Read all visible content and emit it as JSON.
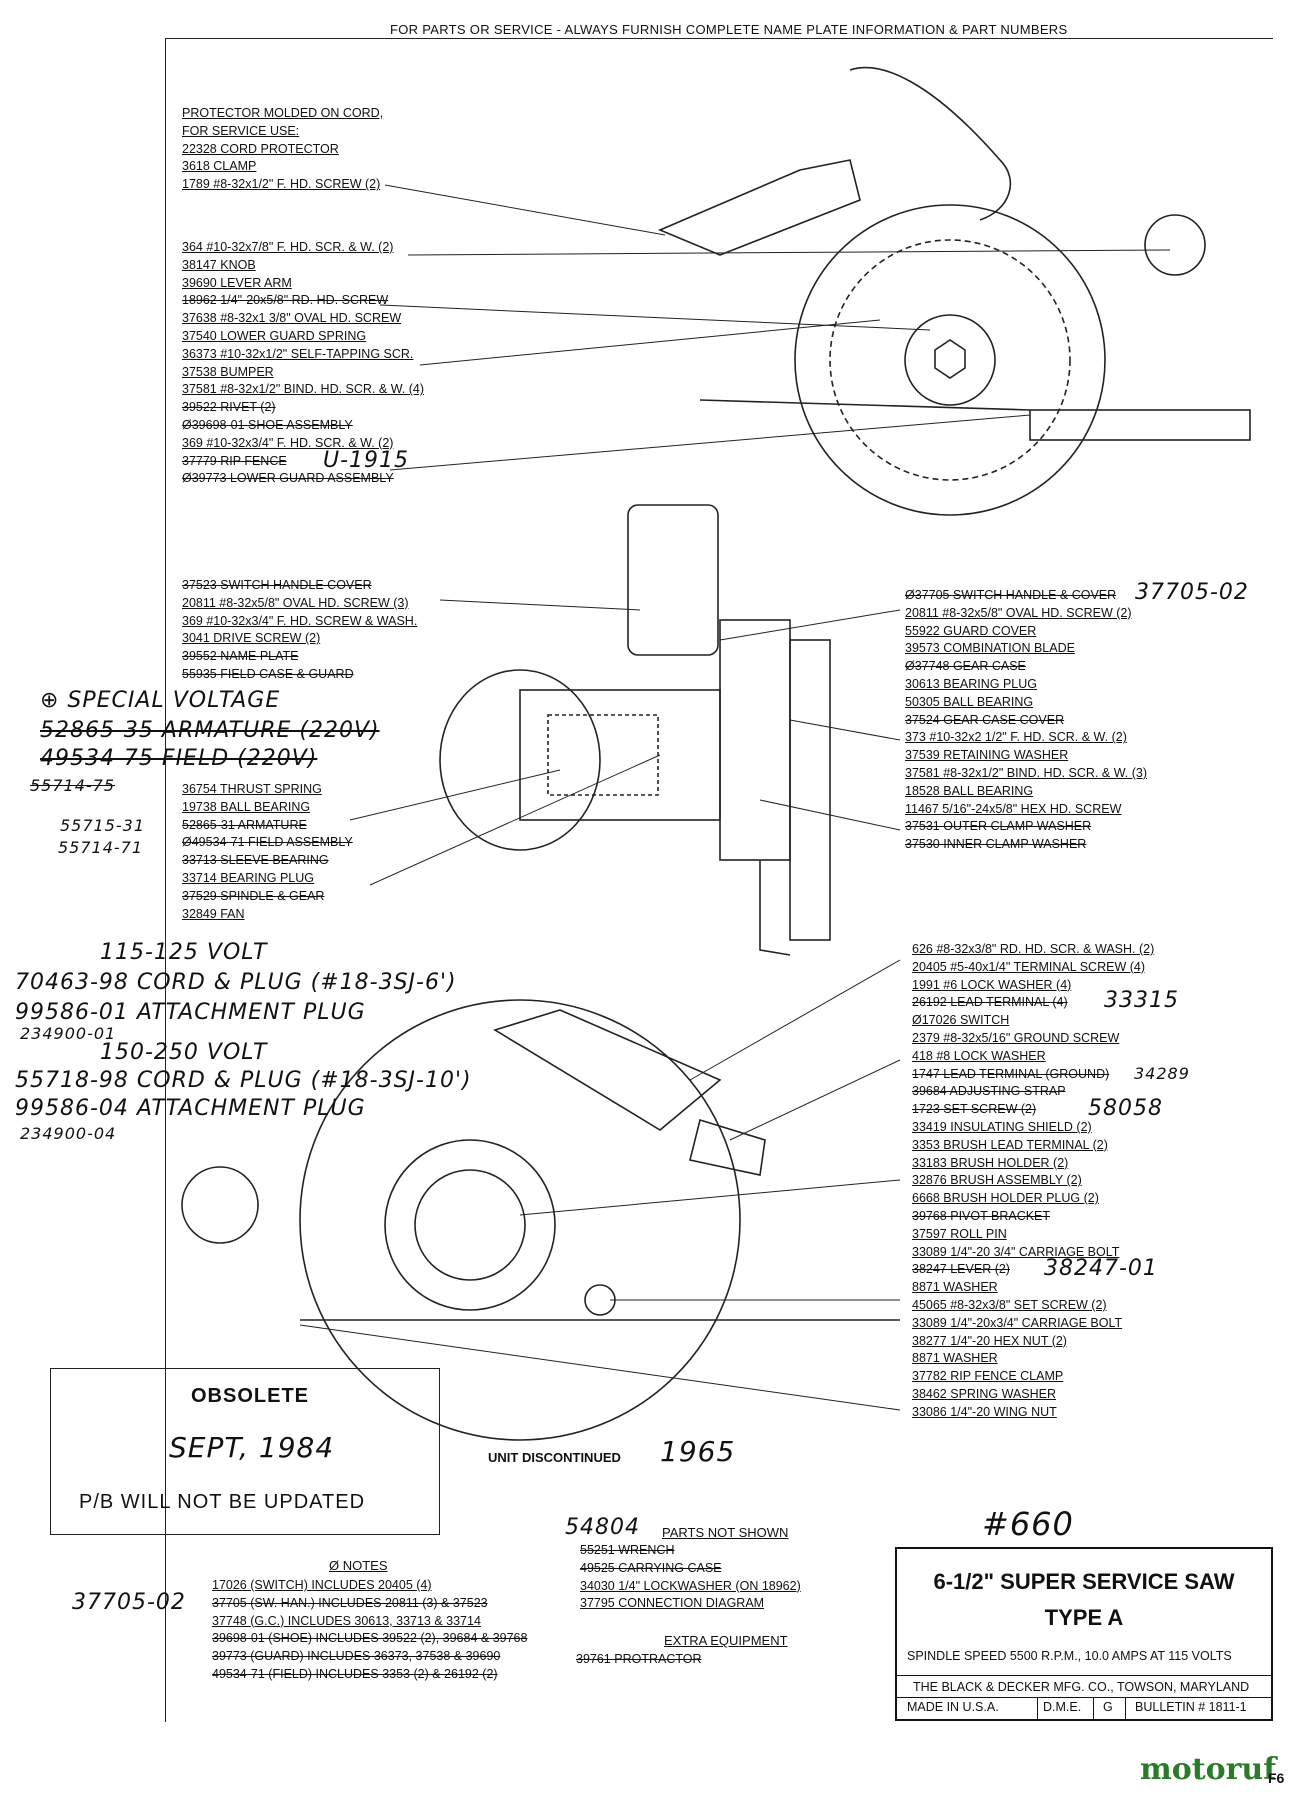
{
  "header": "FOR PARTS OR SERVICE - ALWAYS FURNISH COMPLETE NAME PLATE INFORMATION & PART NUMBERS",
  "group_top": [
    {
      "text": "PROTECTOR MOLDED ON CORD,",
      "strike": false
    },
    {
      "text": "FOR SERVICE USE:",
      "strike": false
    },
    {
      "text": "22328  CORD PROTECTOR",
      "strike": false
    },
    {
      "text": "3618   CLAMP",
      "strike": false
    },
    {
      "text": "1789   #8-32x1/2\" F. HD. SCREW (2)",
      "strike": false
    }
  ],
  "group_guard": [
    {
      "text": "364    #10-32x7/8\" F. HD. SCR. & W. (2)",
      "strike": false
    },
    {
      "text": "38147  KNOB",
      "strike": false
    },
    {
      "text": "39690  LEVER ARM",
      "strike": false
    },
    {
      "text": "18962  1/4\"-20x5/8\" RD. HD. SCREW",
      "strike": true
    },
    {
      "text": "37638  #8-32x1 3/8\" OVAL HD. SCREW",
      "strike": false
    },
    {
      "text": "37540  LOWER GUARD SPRING",
      "strike": false
    },
    {
      "text": "36373  #10-32x1/2\" SELF-TAPPING SCR.",
      "strike": false
    },
    {
      "text": "37538  BUMPER",
      "strike": false
    },
    {
      "text": "37581  #8-32x1/2\" BIND. HD. SCR. & W. (4)",
      "strike": false
    },
    {
      "text": "39522  RIVET (2)",
      "strike": true
    },
    {
      "text": "Ø39698-01  SHOE ASSEMBLY",
      "strike": true
    },
    {
      "text": "369    #10-32x3/4\" F. HD. SCR. & W. (2)",
      "strike": false
    },
    {
      "text": "37779  RIP FENCE",
      "strike": true
    },
    {
      "text": "Ø39773  LOWER GUARD ASSEMBLY",
      "strike": true
    }
  ],
  "rip_fence_hand": "U-1915",
  "group_left_mid": [
    {
      "text": "37523  SWITCH HANDLE COVER",
      "strike": true
    },
    {
      "text": "20811  #8-32x5/8\" OVAL HD. SCREW (3)",
      "strike": false
    },
    {
      "text": "369    #10-32x3/4\" F. HD. SCREW & WASH.",
      "strike": false
    },
    {
      "text": "3041   DRIVE SCREW (2)",
      "strike": false
    },
    {
      "text": "39552  NAME PLATE",
      "strike": true
    },
    {
      "text": "55935  FIELD CASE & GUARD",
      "strike": true
    }
  ],
  "special_voltage": {
    "title": "⊕ SPECIAL VOLTAGE",
    "lines": [
      "52865-35  ARMATURE (220V)",
      "49534-75  FIELD (220V)",
      "55714-75"
    ]
  },
  "group_left_motor": [
    {
      "text": "36754  THRUST SPRING",
      "strike": false
    },
    {
      "text": "19738  BALL BEARING",
      "strike": false
    },
    {
      "text": "52865-31  ARMATURE",
      "strike": true
    },
    {
      "text": "Ø49534-71  FIELD ASSEMBLY",
      "strike": true
    },
    {
      "text": "33713  SLEEVE BEARING",
      "strike": true
    },
    {
      "text": "33714  BEARING PLUG",
      "strike": false
    },
    {
      "text": "37529  SPINDLE & GEAR",
      "strike": true
    },
    {
      "text": "32849  FAN",
      "strike": false
    }
  ],
  "hand_arm": [
    "55715-31",
    "55714-71"
  ],
  "group_right_mid": [
    {
      "text": "Ø37705  SWITCH HANDLE & COVER",
      "strike": true
    },
    {
      "text": "20811  #8-32x5/8\" OVAL HD. SCREW (2)",
      "strike": false
    },
    {
      "text": "55922  GUARD COVER",
      "strike": false
    },
    {
      "text": "39573  COMBINATION BLADE",
      "strike": false
    },
    {
      "text": "Ø37748  GEAR CASE",
      "strike": true
    },
    {
      "text": "30613  BEARING PLUG",
      "strike": false
    },
    {
      "text": "50305  BALL BEARING",
      "strike": false
    },
    {
      "text": "37524  GEAR CASE COVER",
      "strike": true
    },
    {
      "text": "373    #10-32x2 1/2\" F. HD. SCR. & W. (2)",
      "strike": false
    },
    {
      "text": "37539  RETAINING WASHER",
      "strike": false
    },
    {
      "text": "37581  #8-32x1/2\" BIND. HD. SCR. & W. (3)",
      "strike": false
    },
    {
      "text": "18528  BALL BEARING",
      "strike": false
    },
    {
      "text": "11467  5/16\"-24x5/8\" HEX HD. SCREW",
      "strike": false
    },
    {
      "text": "37531  OUTER CLAMP WASHER",
      "strike": true
    },
    {
      "text": "37530  INNER CLAMP WASHER",
      "strike": true
    }
  ],
  "switch_handle_hand": "37705-02",
  "group_right_low": [
    {
      "text": "626    #8-32x3/8\" RD. HD. SCR. & WASH. (2)",
      "strike": false
    },
    {
      "text": "20405  #5-40x1/4\" TERMINAL SCREW (4)",
      "strike": false
    },
    {
      "text": "1991   #6 LOCK WASHER (4)",
      "strike": false
    },
    {
      "text": "26192  LEAD TERMINAL (4)",
      "strike": true
    },
    {
      "text": "Ø17026  SWITCH",
      "strike": false
    },
    {
      "text": "2379   #8-32x5/16\" GROUND SCREW",
      "strike": false
    },
    {
      "text": "418    #8 LOCK WASHER",
      "strike": false
    },
    {
      "text": "1747   LEAD TERMINAL (GROUND)",
      "strike": true
    },
    {
      "text": "39684  ADJUSTING STRAP",
      "strike": true
    },
    {
      "text": "1723   SET SCREW (2)",
      "strike": true
    },
    {
      "text": "33419  INSULATING SHIELD (2)",
      "strike": false
    },
    {
      "text": "3353   BRUSH LEAD TERMINAL (2)",
      "strike": false
    },
    {
      "text": "33183  BRUSH HOLDER (2)",
      "strike": false
    },
    {
      "text": "32876  BRUSH ASSEMBLY (2)",
      "strike": false
    },
    {
      "text": "6668   BRUSH HOLDER PLUG (2)",
      "strike": false
    },
    {
      "text": "39768  PIVOT BRACKET",
      "strike": true
    },
    {
      "text": "37597  ROLL PIN",
      "strike": false
    },
    {
      "text": "33089  1/4\"-20 3/4\" CARRIAGE BOLT",
      "strike": false
    },
    {
      "text": "38247  LEVER (2)",
      "strike": true
    },
    {
      "text": "8871   WASHER",
      "strike": false
    },
    {
      "text": "45065  #8-32x3/8\" SET SCREW (2)",
      "strike": false
    },
    {
      "text": "33089  1/4\"-20x3/4\" CARRIAGE BOLT",
      "strike": false
    },
    {
      "text": "38277  1/4\"-20 HEX NUT (2)",
      "strike": false
    },
    {
      "text": "8871   WASHER",
      "strike": false
    },
    {
      "text": "37782  RIP FENCE CLAMP",
      "strike": false
    },
    {
      "text": "38462  SPRING WASHER",
      "strike": false
    },
    {
      "text": "33086  1/4\"-20 WING NUT",
      "strike": false
    }
  ],
  "hand_right_low": {
    "lead_terminal": "33315",
    "lead_ground": "34289",
    "set_screw": "58058",
    "lever": "38247-01"
  },
  "cord_notes": {
    "v1": "115-125 VOLT",
    "c1": "70463-98 CORD & PLUG (#18-3SJ-6')",
    "a1": "99586-01 ATTACHMENT PLUG",
    "n1": "234900-01",
    "v2": "150-250 VOLT",
    "c2": "55718-98 CORD & PLUG (#18-3SJ-10')",
    "a2": "99586-04 ATTACHMENT PLUG",
    "n2": "234900-04"
  },
  "obsolete": {
    "title": "OBSOLETE",
    "date": "SEPT, 1984",
    "note": "P/B WILL NOT BE UPDATED"
  },
  "discontinued": {
    "label": "UNIT DISCONTINUED",
    "year": "1965"
  },
  "notes": {
    "title": "Ø NOTES",
    "lines": [
      {
        "text": "17026  (SWITCH) INCLUDES 20405 (4)",
        "strike": false
      },
      {
        "text": "37705  (SW. HAN.) INCLUDES 20811 (3) & 37523",
        "strike": true
      },
      {
        "text": "37748  (G.C.) INCLUDES 30613, 33713 & 33714",
        "strike": false
      },
      {
        "text": "39698-01 (SHOE) INCLUDES 39522 (2), 39684 & 39768",
        "strike": true
      },
      {
        "text": "39773  (GUARD) INCLUDES 36373, 37538 & 39690",
        "strike": true
      },
      {
        "text": "49534-71 (FIELD) INCLUDES 3353 (2) & 26192 (2)",
        "strike": true
      }
    ],
    "hand": "37705-02"
  },
  "parts_not_shown": {
    "hand": "54804",
    "title": "PARTS NOT SHOWN",
    "lines": [
      {
        "text": "55251  WRENCH",
        "strike": true
      },
      {
        "text": "49525  CARRYING CASE",
        "strike": true
      },
      {
        "text": "34030  1/4\" LOCKWASHER (ON 18962)",
        "strike": false
      },
      {
        "text": "37795  CONNECTION DIAGRAM",
        "strike": false
      }
    ]
  },
  "extra": {
    "title": "EXTRA EQUIPMENT",
    "lines": [
      {
        "text": "39761  PROTRACTOR",
        "strike": true
      }
    ]
  },
  "model_hand": "#660",
  "title_block": {
    "name": "6-1/2\" SUPER SERVICE SAW",
    "type": "TYPE A",
    "spec": "SPINDLE SPEED 5500 R.P.M., 10.0 AMPS AT 115 VOLTS",
    "maker": "THE BLACK & DECKER MFG. CO., TOWSON, MARYLAND",
    "made": "MADE IN U.S.A.",
    "dme": "D.M.E.",
    "g": "G",
    "bulletin": "BULLETIN # 1811-1"
  },
  "watermark": "motoruf",
  "corner": "F6"
}
